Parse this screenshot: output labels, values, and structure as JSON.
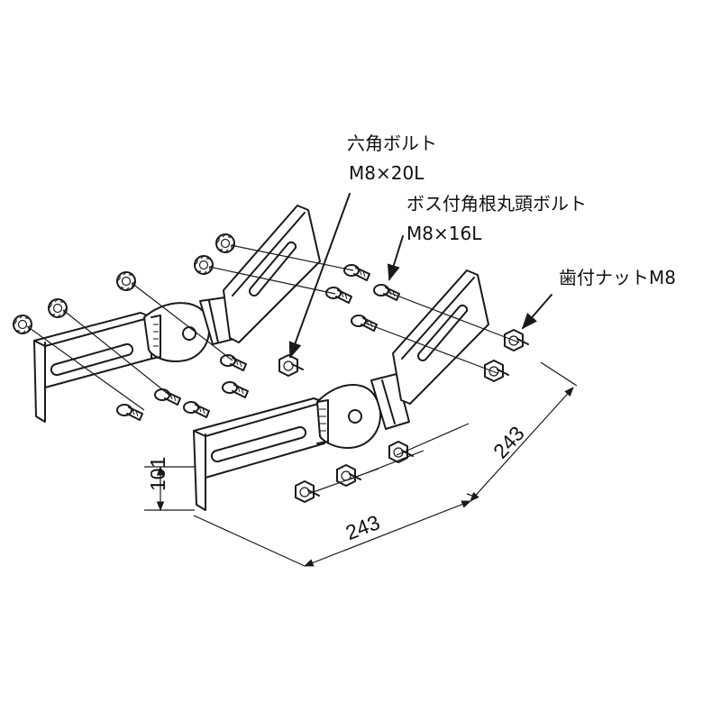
{
  "labels": {
    "hex_bolt_name": "六角ボルト",
    "hex_bolt_size": "M8×20L",
    "boss_bolt_name": "ボス付角根丸頭ボルト",
    "boss_bolt_size": "M8×16L",
    "toothed_nut": "歯付ナットM8"
  },
  "dimensions": {
    "length_front": "243",
    "length_side": "243",
    "height": "101"
  },
  "colors": {
    "ink": "#1a1a1a",
    "paper": "#ffffff"
  }
}
